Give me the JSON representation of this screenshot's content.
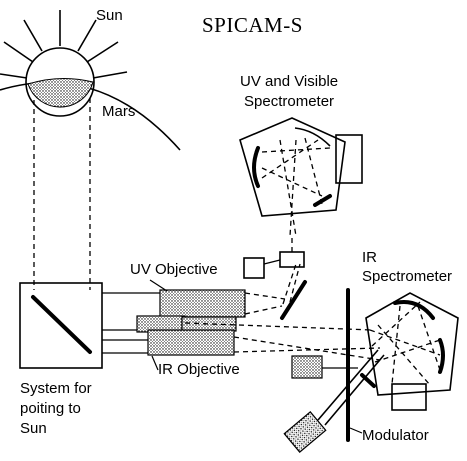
{
  "title": "SPICAM-S",
  "labels": {
    "sun": "Sun",
    "mars": "Mars",
    "uv_vis_line1": "UV and Visible",
    "uv_vis_line2": "Spectrometer",
    "ir_spec_line1": "IR",
    "ir_spec_line2": "Spectrometer",
    "uv_objective": "UV Objective",
    "ir_objective": "IR Objective",
    "pointing_line1": "System for",
    "pointing_line2": "poiting to",
    "pointing_line3": "Sun",
    "modulator": "Modulator"
  }
}
